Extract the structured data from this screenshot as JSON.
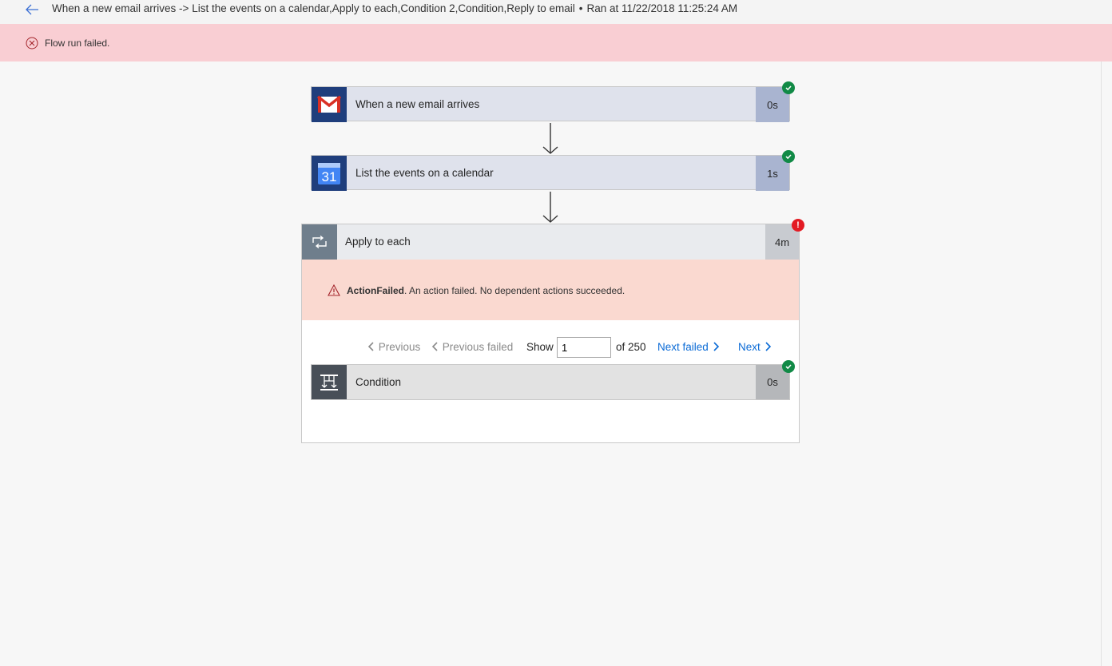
{
  "header": {
    "flow_path": "When a new email arrives -> List the events on a calendar,Apply to each,Condition 2,Condition,Reply to email",
    "separator": "•",
    "ran_at": "Ran at 11/22/2018 11:25:24 AM"
  },
  "banner": {
    "message": "Flow run failed.",
    "color": "#f9ced3"
  },
  "steps": [
    {
      "label": "When a new email arrives",
      "duration": "0s",
      "status": "succeeded",
      "icon": "gmail-icon"
    },
    {
      "label": "List the events on a calendar",
      "duration": "1s",
      "status": "succeeded",
      "icon": "google-calendar-icon",
      "icon_text": "31"
    }
  ],
  "apply_each": {
    "label": "Apply to each",
    "duration": "4m",
    "status": "failed",
    "error_code": "ActionFailed",
    "error_message": ". An action failed. No dependent actions succeeded.",
    "pager": {
      "previous": "Previous",
      "previous_failed": "Previous failed",
      "show": "Show",
      "current": "1",
      "of_total": "of 250",
      "next_failed": "Next failed",
      "next": "Next"
    },
    "condition": {
      "label": "Condition",
      "duration": "0s",
      "status": "succeeded"
    }
  },
  "colors": {
    "success": "#118a46",
    "error": "#e31b23",
    "link": "#0b6bd6"
  }
}
